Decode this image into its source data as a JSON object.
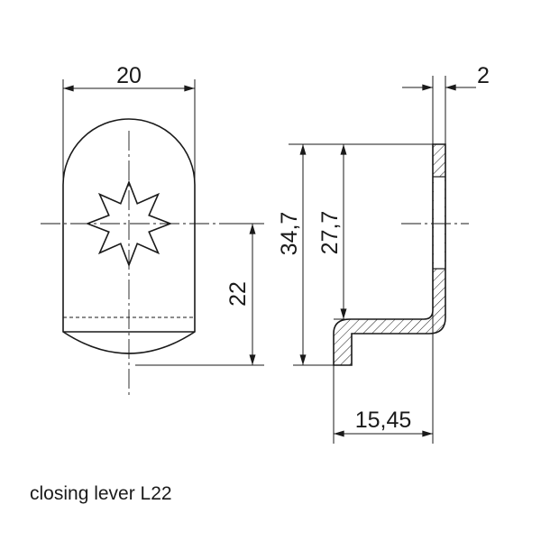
{
  "caption": "closing lever L22",
  "dimensions": {
    "width": "20",
    "thickness": "2",
    "total_height": "34,7",
    "inner_height": "27,7",
    "center_to_bottom": "22",
    "offset": "15,45"
  },
  "colors": {
    "line": "#1a1a1a",
    "background": "#ffffff"
  }
}
